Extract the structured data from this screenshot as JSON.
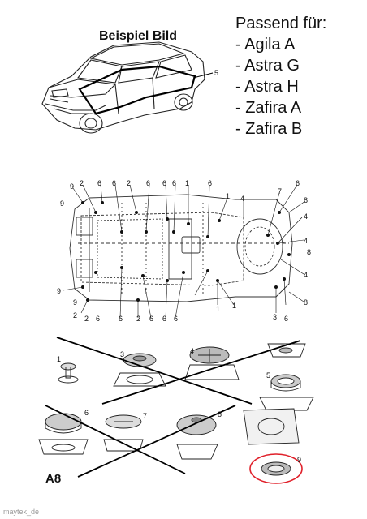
{
  "caption": "Beispiel Bild",
  "fits": {
    "title": "Passend für:",
    "models": [
      "- Agila A",
      "- Astra G",
      "- Astra H",
      "- Zafira A",
      "- Zafira B"
    ]
  },
  "callouts": {
    "car_view": "5",
    "underbody_top": [
      "9",
      "2",
      "6",
      "6",
      "2",
      "6",
      "6",
      "6",
      "1",
      "6",
      "1",
      "7",
      "6",
      "8"
    ],
    "underbody_left": [
      "9",
      "9",
      "9",
      "2"
    ],
    "underbody_bottom": [
      "2",
      "6",
      "6",
      "2",
      "6",
      "6",
      "6",
      "1",
      "1",
      "3",
      "6",
      "8"
    ],
    "underbody_right": [
      "4",
      "4",
      "4",
      "8",
      "4"
    ],
    "plugs": [
      "1",
      "3",
      "4",
      "5",
      "6",
      "7",
      "8",
      "9"
    ]
  },
  "part_code": "A8",
  "watermark": "maytek_de",
  "highlight_color": "#e0202a",
  "icons": [
    "car-outline-icon",
    "underbody-plan-icon",
    "plug-icon"
  ]
}
